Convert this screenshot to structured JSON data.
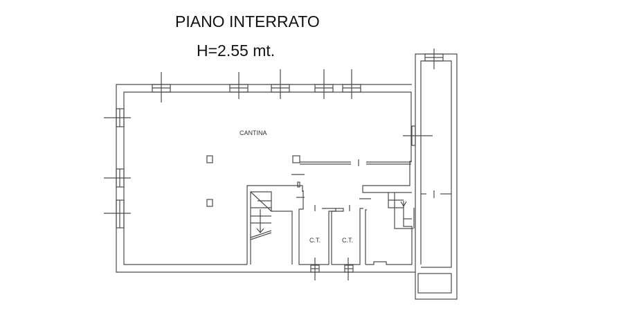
{
  "plan": {
    "title": "PIANO INTERRATO",
    "height": "H=2.55 mt.",
    "rooms": {
      "cantina": "CANTINA",
      "ct1": "C.T.",
      "ct2": "C.T."
    }
  }
}
